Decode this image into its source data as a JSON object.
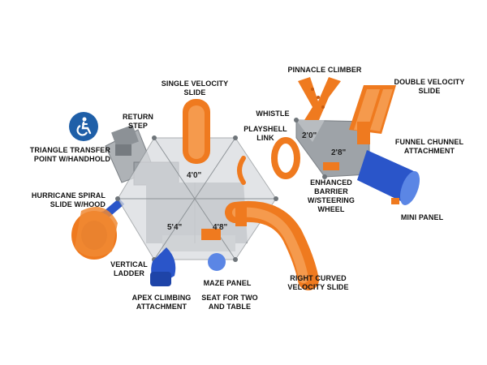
{
  "colors": {
    "orange": "#ef7a1f",
    "orange_dark": "#c85a10",
    "blue": "#2a55c9",
    "blue_light": "#5b86e5",
    "deck_gray": "#9ea3a8",
    "roof_gray": "#d9dcdf",
    "post_gray": "#6f757a",
    "accessibility_blue": "#1f5fa8"
  },
  "icons": [
    "accessibility-icon"
  ],
  "labels": {
    "pinnacle_climber": "PINNACLE CLIMBER",
    "double_velocity_slide": "DOUBLE VELOCITY\nSLIDE",
    "single_velocity_slide": "SINGLE VELOCITY\nSLIDE",
    "whistle": "WHISTLE",
    "return_step": "RETURN\nSTEP",
    "playshell_link": "PLAYSHELL\nLINK",
    "funnel_chunnel": "FUNNEL CHUNNEL\nATTACHMENT",
    "triangle_transfer": "TRIANGLE TRANSFER\nPOINT W/HANDHOLD",
    "enhanced_barrier": "ENHANCED\nBARRIER\nW/STEERING\nWHEEL",
    "hurricane_spiral": "HURRICANE SPIRAL\nSLIDE W/HOOD",
    "mini_panel": "MINI PANEL",
    "vertical_ladder": "VERTICAL\nLADDER",
    "maze_panel": "MAZE PANEL",
    "right_curved": "RIGHT CURVED\nVELOCITY SLIDE",
    "apex_climbing": "APEX CLIMBING\nATTACHMENT",
    "seat_for_two": "SEAT FOR TWO\nAND TABLE"
  },
  "dimensions": {
    "deck_top": "4'0\"",
    "deck_left": "5'4\"",
    "deck_right": "4'8\"",
    "tower_top": "2'0\"",
    "tower_bottom": "2'8\""
  }
}
